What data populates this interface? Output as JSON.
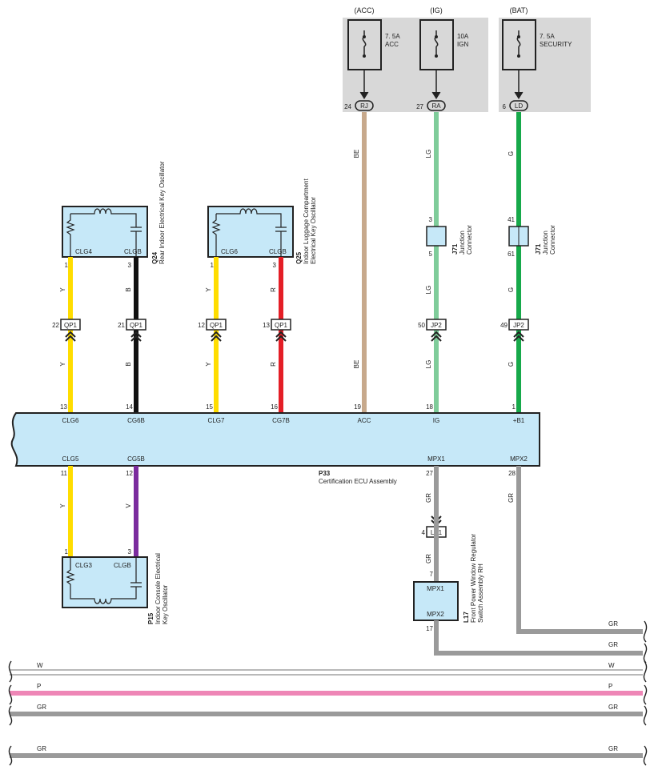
{
  "fuses": [
    {
      "source": "(ACC)",
      "rating": "7. 5A",
      "name": "ACC",
      "pin": "24",
      "connector": "RJ"
    },
    {
      "source": "(IG)",
      "rating": "10A",
      "name": "IGN",
      "pin": "27",
      "connector": "RA"
    },
    {
      "source": "(BAT)",
      "rating": "7. 5A",
      "name": "SECURITY",
      "pin": "6",
      "connector": "LD"
    }
  ],
  "colors": {
    "Y": "#ffdd00",
    "B": "#111111",
    "R": "#e41e26",
    "BE": "#c7a98c",
    "LG": "#7fcc9a",
    "G": "#17a94a",
    "GR": "#9a9a9a",
    "V": "#7b2c9e",
    "P": "#ee86b6",
    "W": "#ffffff",
    "component_fill": "#c6e8f8",
    "fuse_box": "#d8d8d8"
  },
  "oscillators": {
    "q24": {
      "id": "Q24",
      "name": "Rear Indoor Electrical Key Oscillator",
      "left": "CLG4",
      "right": "CLGB",
      "pin_left": "1",
      "pin_right": "3"
    },
    "q25": {
      "id": "Q25",
      "name_l1": "Indoor Luggage Compartment",
      "name_l2": "Electrical Key Oscillator",
      "left": "CLG6",
      "right": "CLGB",
      "pin_left": "1",
      "pin_right": "3"
    },
    "p15": {
      "id": "P15",
      "name_l1": "Indoor Console Electrical",
      "name_l2": "Key Oscillator",
      "left": "CLG3",
      "right": "CLGB",
      "pin_left": "1",
      "pin_right": "3"
    }
  },
  "junctions": {
    "j71a": {
      "id": "J71",
      "name_l1": "Junction",
      "name_l2": "Connector",
      "pin_top": "3",
      "pin_bottom": "5"
    },
    "j71b": {
      "id": "J71",
      "name_l1": "Junction",
      "name_l2": "Connector",
      "pin_top": "41",
      "pin_bottom": "61"
    }
  },
  "inline_connectors": [
    {
      "pin": "22",
      "name": "QP1"
    },
    {
      "pin": "21",
      "name": "QP1"
    },
    {
      "pin": "12",
      "name": "QP1"
    },
    {
      "pin": "13",
      "name": "QP1"
    },
    {
      "pin": "50",
      "name": "JP2"
    },
    {
      "pin": "49",
      "name": "JP2"
    },
    {
      "pin": "4",
      "name": "LP1"
    }
  ],
  "wire_labels": {
    "clg6_up": "Y",
    "clg6_dn": "Y",
    "cg6b_up": "B",
    "cg6b_dn": "B",
    "clg7_up": "Y",
    "clg7_dn": "Y",
    "cg7b_up": "R",
    "cg7b_dn": "R",
    "acc_up": "BE",
    "acc_dn": "BE",
    "ig_up": "LG",
    "ig_mid": "LG",
    "ig_dn": "LG",
    "b1_up": "G",
    "b1_mid": "G",
    "b1_dn": "G",
    "clg5": "Y",
    "cg5b": "V",
    "mpx1_a": "GR",
    "mpx1_b": "GR",
    "mpx2": "GR"
  },
  "ecu": {
    "id": "P33",
    "name": "Certification ECU Assembly",
    "top_pins": [
      {
        "num": "13",
        "name": "CLG6"
      },
      {
        "num": "14",
        "name": "CG6B"
      },
      {
        "num": "15",
        "name": "CLG7"
      },
      {
        "num": "16",
        "name": "CG7B"
      },
      {
        "num": "19",
        "name": "ACC"
      },
      {
        "num": "18",
        "name": "IG"
      },
      {
        "num": "1",
        "name": "+B1"
      }
    ],
    "bottom_pins": [
      {
        "num": "11",
        "name": "CLG5"
      },
      {
        "num": "12",
        "name": "CG5B"
      },
      {
        "num": "27",
        "name": "MPX1"
      },
      {
        "num": "28",
        "name": "MPX2"
      }
    ]
  },
  "window_switch": {
    "id": "L17",
    "name_l1": "Front Power Window Regulator",
    "name_l2": "Switch Assembly RH",
    "terminal_top": "MPX1",
    "terminal_bottom": "MPX2",
    "pin_top": "7",
    "pin_bottom": "17"
  },
  "bus_labels": {
    "mpx2_right": "GR",
    "sw_right": "GR",
    "w_left": "W",
    "w_right": "W",
    "p_left": "P",
    "p_right": "P",
    "gr1_left": "GR",
    "gr1_right": "GR",
    "gr2_left": "GR",
    "gr2_right": "GR"
  }
}
